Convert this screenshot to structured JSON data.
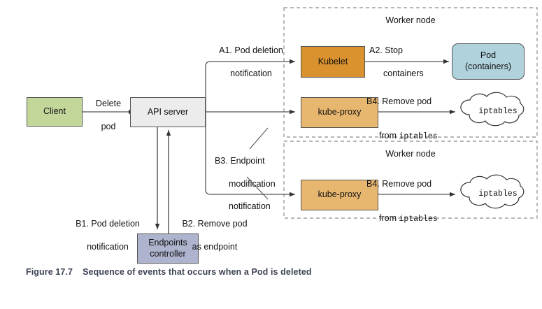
{
  "figure": {
    "number": "Figure 17.7",
    "caption": "Sequence of events that occurs when a Pod is deleted"
  },
  "groups": [
    {
      "title": "Worker node"
    },
    {
      "title": "Worker node"
    }
  ],
  "nodes": {
    "client": {
      "label": "Client",
      "color": "#c4d79b"
    },
    "api_server": {
      "label": "API server",
      "color": "#ececec"
    },
    "endpoints_controller": {
      "line1": "Endpoints",
      "line2": "controller",
      "color": "#aeb3ce"
    },
    "kubelet": {
      "label": "Kubelet",
      "color": "#d9922e"
    },
    "kube_proxy_1": {
      "label": "kube-proxy",
      "color": "#e8b76f"
    },
    "kube_proxy_2": {
      "label": "kube-proxy",
      "color": "#e8b76f"
    },
    "pod": {
      "line1": "Pod",
      "line2": "(containers)",
      "color": "#b0d2dd"
    },
    "iptables_1": {
      "label": "iptables"
    },
    "iptables_2": {
      "label": "iptables"
    }
  },
  "edge_labels": {
    "delete_pod": {
      "line1": "Delete",
      "line2": "pod"
    },
    "a1": {
      "line1": "A1. Pod deletion",
      "line2": "notification"
    },
    "a2": {
      "line1": "A2. Stop",
      "line2": "containers"
    },
    "b1": {
      "line1": "B1. Pod deletion",
      "line2": "notification"
    },
    "b2": {
      "line1": "B2. Remove pod",
      "line2": "as endpoint"
    },
    "b3": {
      "line1": "B3. Endpoint",
      "line2": "modification",
      "line3": "notification"
    },
    "b4_top": {
      "line1": "B4. Remove pod",
      "line2_prefix": "from ",
      "line2_mono": "iptables"
    },
    "b4_bottom": {
      "line1": "B4. Remove pod",
      "line2_prefix": "from ",
      "line2_mono": "iptables"
    }
  },
  "colors": {
    "stroke": "#555555",
    "dashed_group": "#8c8c8c",
    "caption": "#3d4355"
  }
}
